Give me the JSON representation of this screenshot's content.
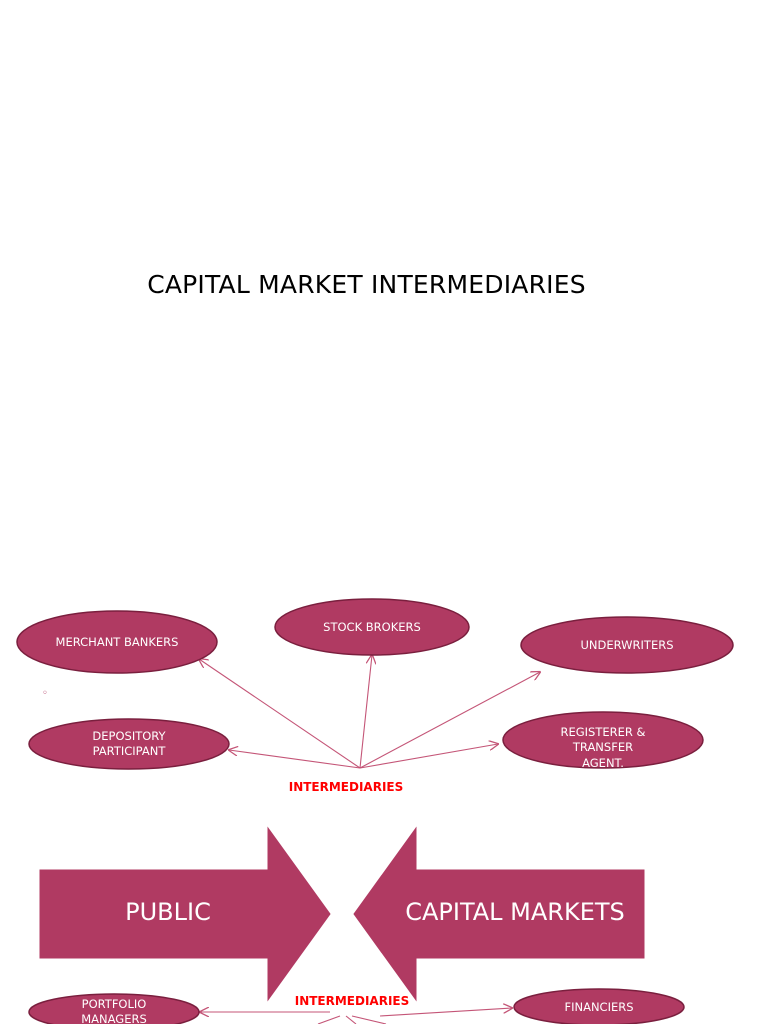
{
  "slide": {
    "title": "CAPITAL MARKET INTERMEDIARIES",
    "bullet": "◦"
  },
  "diagram_top": {
    "center_label": "INTERMEDIARIES",
    "nodes": [
      {
        "id": "merchant-bankers",
        "lines": [
          "MERCHANT BANKERS"
        ]
      },
      {
        "id": "stock-brokers",
        "lines": [
          "STOCK BROKERS"
        ]
      },
      {
        "id": "underwriters",
        "lines": [
          "UNDERWRITERS"
        ]
      },
      {
        "id": "depository-participant",
        "lines": [
          "DEPOSITORY",
          "PARTICIPANT"
        ]
      },
      {
        "id": "registerer-transfer-agent",
        "lines": [
          "REGISTERER &",
          "TRANSFER",
          "AGENT."
        ]
      }
    ]
  },
  "arrows": {
    "left_label": "PUBLIC",
    "right_label": "CAPITAL MARKETS"
  },
  "diagram_bottom": {
    "center_label": "INTERMEDIARIES",
    "nodes": [
      {
        "id": "portfolio-managers",
        "lines": [
          "PORTFOLIO",
          "MANAGERS"
        ]
      },
      {
        "id": "financiers",
        "lines": [
          "FINANCIERS"
        ]
      }
    ]
  },
  "colors": {
    "fill": "#B03A62",
    "stroke": "#7A1F3E",
    "connector": "#C45577",
    "center_text": "#FF0000"
  }
}
